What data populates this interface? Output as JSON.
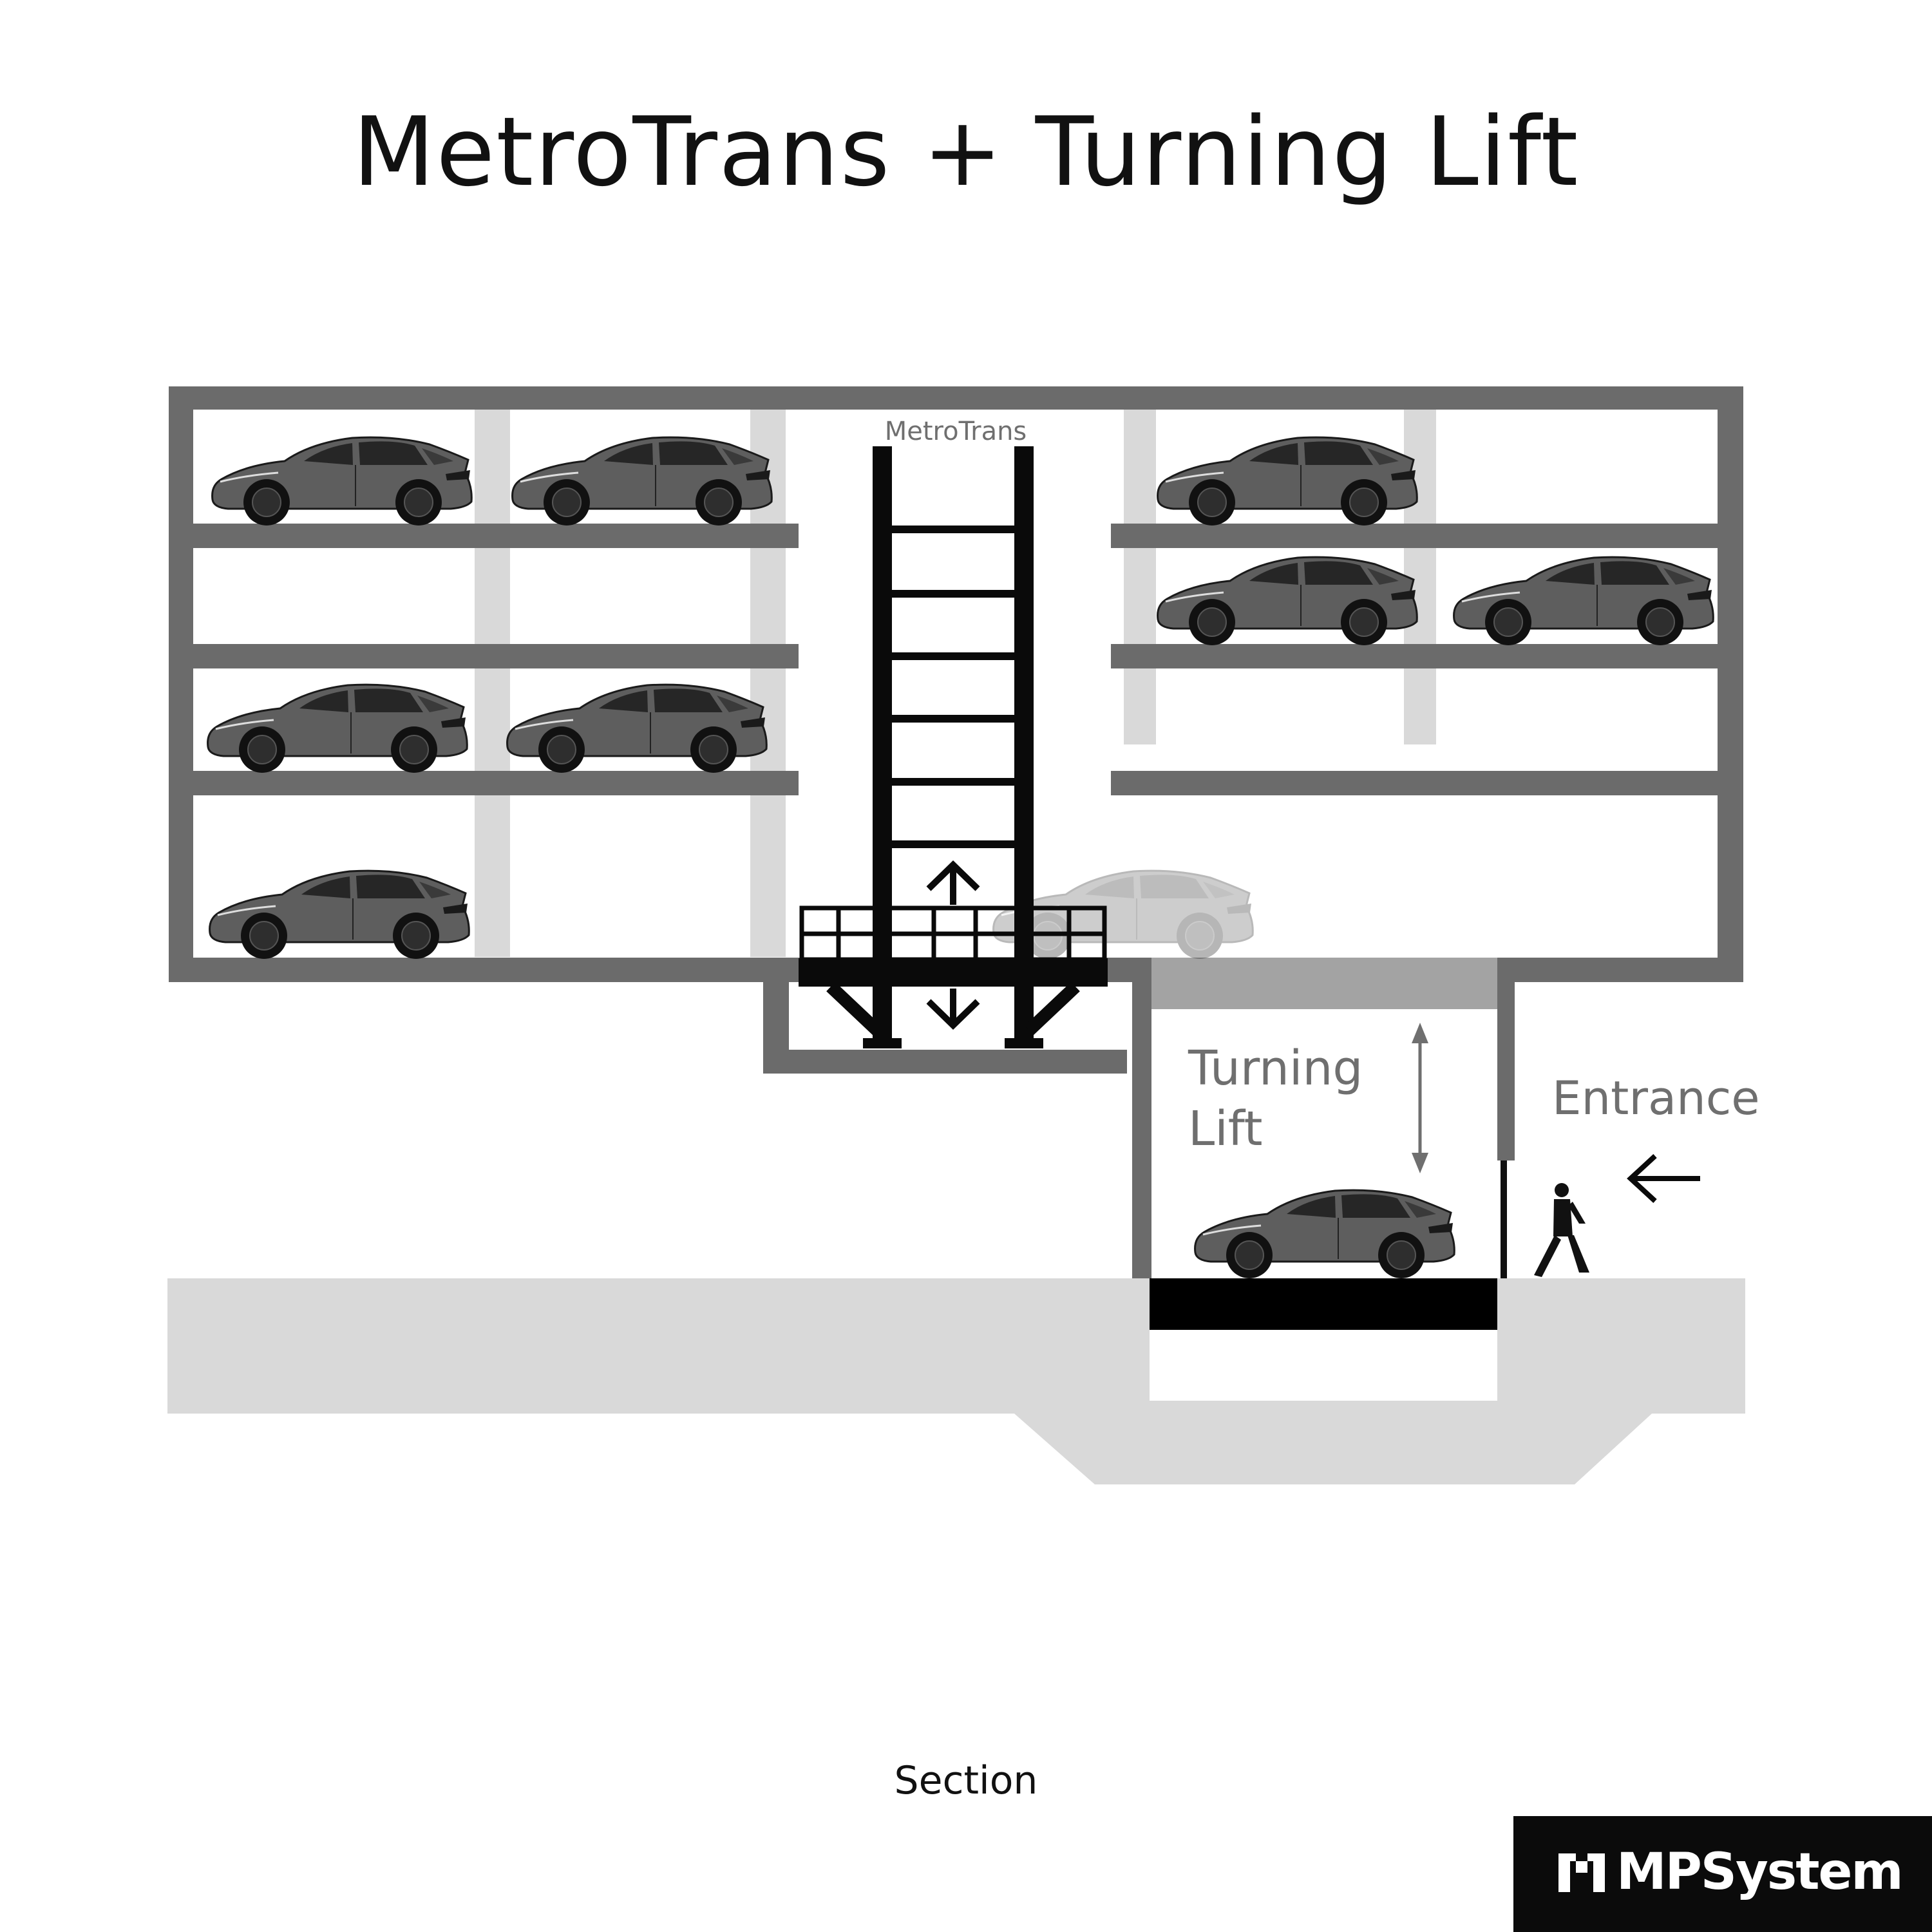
{
  "title": "MetroTrans + Turning Lift",
  "labels": {
    "metrotrans": "MetroTrans",
    "turning_lift_line1": "Turning",
    "turning_lift_line2": "Lift",
    "entrance": "Entrance"
  },
  "caption": "Section",
  "brand": {
    "name": "MPSystem"
  },
  "colors": {
    "structure": "#6b6b6b",
    "column": "#d9d9d9",
    "ground": "#d9d9d9",
    "car_body": "#5e5e5e",
    "metrotrans": "#0a0a0a",
    "label_grey": "#6f6f6f",
    "brand_bg": "#0b0b0b"
  }
}
